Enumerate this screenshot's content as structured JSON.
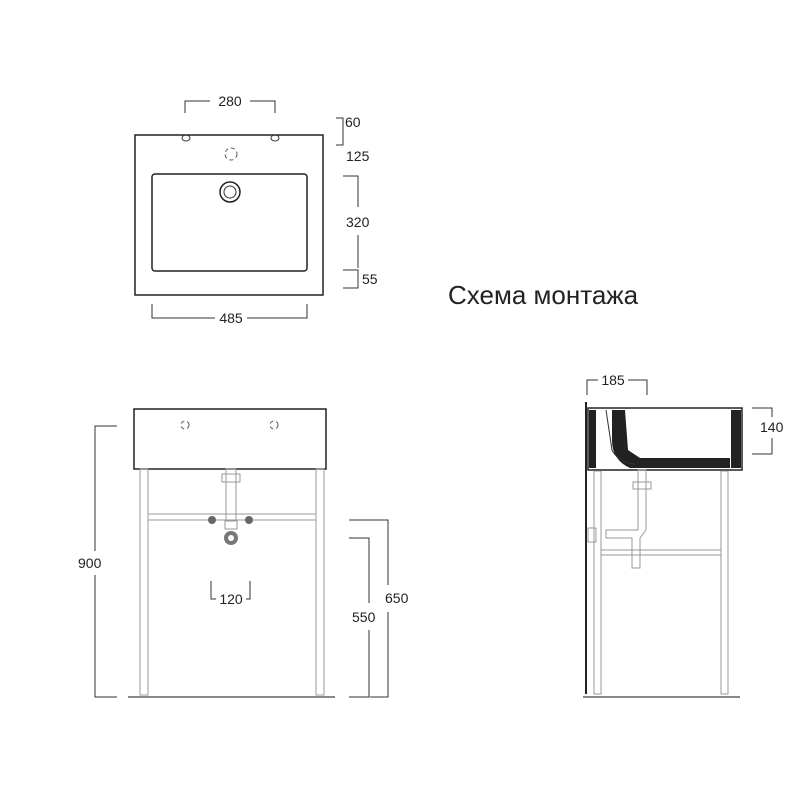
{
  "title": "Схема монтажа",
  "top_view": {
    "dim_tap_spacing": "280",
    "dim_rim_to_taps": "60",
    "dim_taps_to_bowl": "125",
    "dim_bowl_depth": "320",
    "dim_front_rim": "55",
    "dim_width": "485"
  },
  "front_view": {
    "dim_total_height": "900",
    "dim_drain_spacing": "120",
    "dim_drain_height": "550",
    "dim_frame_height": "650"
  },
  "side_view": {
    "dim_depth": "185",
    "dim_basin_height": "140"
  },
  "colors": {
    "line": "#222222",
    "frame": "#999999",
    "text": "#222222"
  }
}
